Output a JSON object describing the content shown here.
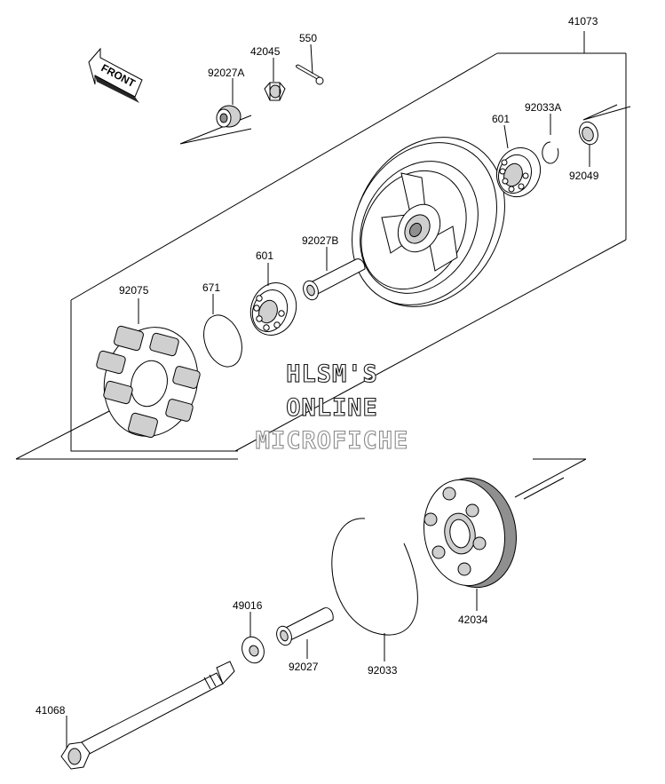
{
  "front_label": "FRONT",
  "watermark": {
    "line1": "HLSM'S",
    "line2": "ONLINE",
    "line3": "MICROFICHE"
  },
  "labels": {
    "p41073": "41073",
    "p550": "550",
    "p42045": "42045",
    "p92027A": "92027A",
    "p601_top": "601",
    "p92033A": "92033A",
    "p92049": "92049",
    "p92027B": "92027B",
    "p601_mid": "601",
    "p671": "671",
    "p92075": "92075",
    "p42034": "42034",
    "p49016": "49016",
    "p92027": "92027",
    "p92033": "92033",
    "p41068": "41068"
  }
}
